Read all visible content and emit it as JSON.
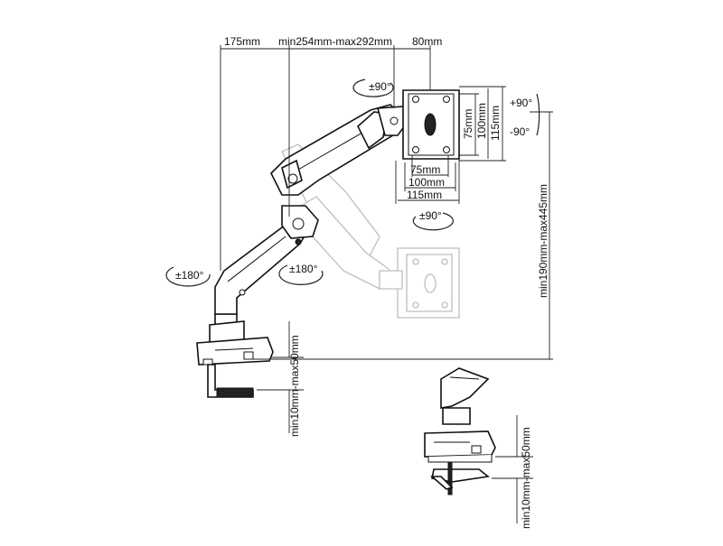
{
  "dimensions": {
    "arm_inner": "175mm",
    "arm_outer": "min254mm-max292mm",
    "head_offset": "80mm",
    "height_range": "min190mm-max445mm",
    "desk_thickness_clamp": "min10mm-max50mm",
    "desk_thickness_grommet": "min10mm-max50mm"
  },
  "vesa": {
    "horizontal": [
      "75mm",
      "100mm",
      "115mm"
    ],
    "vertical": [
      "75mm",
      "100mm",
      "115mm"
    ]
  },
  "rotations": {
    "tilt_up": "+90°",
    "tilt_down": "-90°",
    "swivel_head_top": "±90°",
    "swivel_head_bottom": "±90°",
    "base_swivel": "±180°",
    "elbow_swivel": "±180°"
  }
}
